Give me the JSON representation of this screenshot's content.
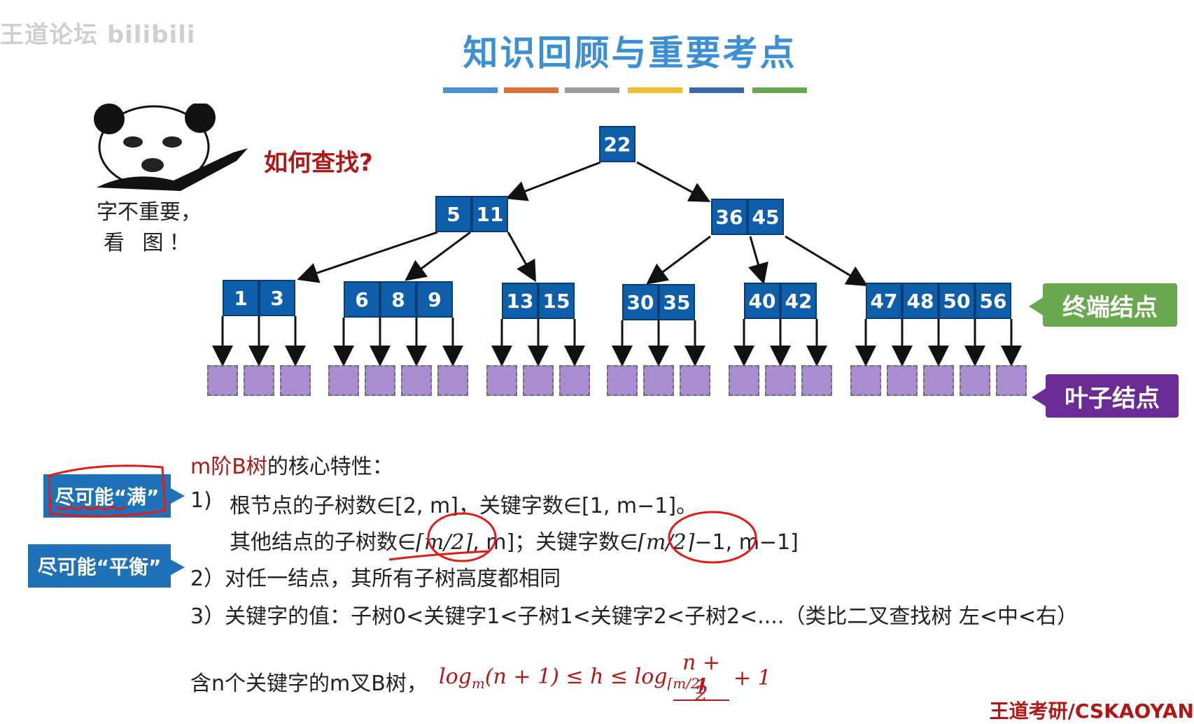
{
  "watermark": "王道论坛 bilibili",
  "title": "知识回顾与重要考点",
  "stripes": [
    "#4a8fd0",
    "#e0703a",
    "#9d9d9d",
    "#f2bf2c",
    "#3f66ad",
    "#6aa84f"
  ],
  "mascot": {
    "question": "如何查找?",
    "caption_line1": "字不重要，",
    "caption_line2": "看 图！"
  },
  "tree": {
    "root": [
      "22"
    ],
    "level2_left": [
      "5",
      "11"
    ],
    "level2_right": [
      "36",
      "45"
    ],
    "level3": [
      [
        "1",
        "3"
      ],
      [
        "6",
        "8",
        "9"
      ],
      [
        "13",
        "15"
      ],
      [
        "30",
        "35"
      ],
      [
        "40",
        "42"
      ],
      [
        "47",
        "48",
        "50",
        "56"
      ]
    ]
  },
  "labels": {
    "terminal": "终端结点",
    "leaf": "叶子结点"
  },
  "side_tags": {
    "full": "尽可能“满”",
    "balance": "尽可能“平衡”"
  },
  "properties": {
    "heading_red": "m阶B树",
    "heading_rest": "的核心特性：",
    "p1_num": "1)",
    "p1_text": "根节点的子树数∈[2, m]，关键字数∈[1, m−1]。",
    "p1b_a": "其他结点的子树数∈",
    "p1b_ceil1": "⌈m/2⌉",
    "p1b_b": ", m]；关键字数∈",
    "p1b_ceil2": "⌈m/2⌉",
    "p1b_c": "−1, m−1]",
    "p2": "2）对任一结点，其所有子树高度都相同",
    "p3": "3）关键字的值：子树0<关键字1<子树1<关键字2<子树2<....（类比二叉查找树 左<中<右）"
  },
  "height": {
    "text": "含n个关键字的m叉B树，",
    "log_left": "log",
    "sub_m": "m",
    "mid": "(n + 1) ≤ h ≤ log",
    "sub_ceil": "⌈m/2⌉",
    "numer": "n + 1",
    "denom": "2",
    "tail": "+ 1"
  },
  "brand": "王道考研/CSKAOYAN"
}
